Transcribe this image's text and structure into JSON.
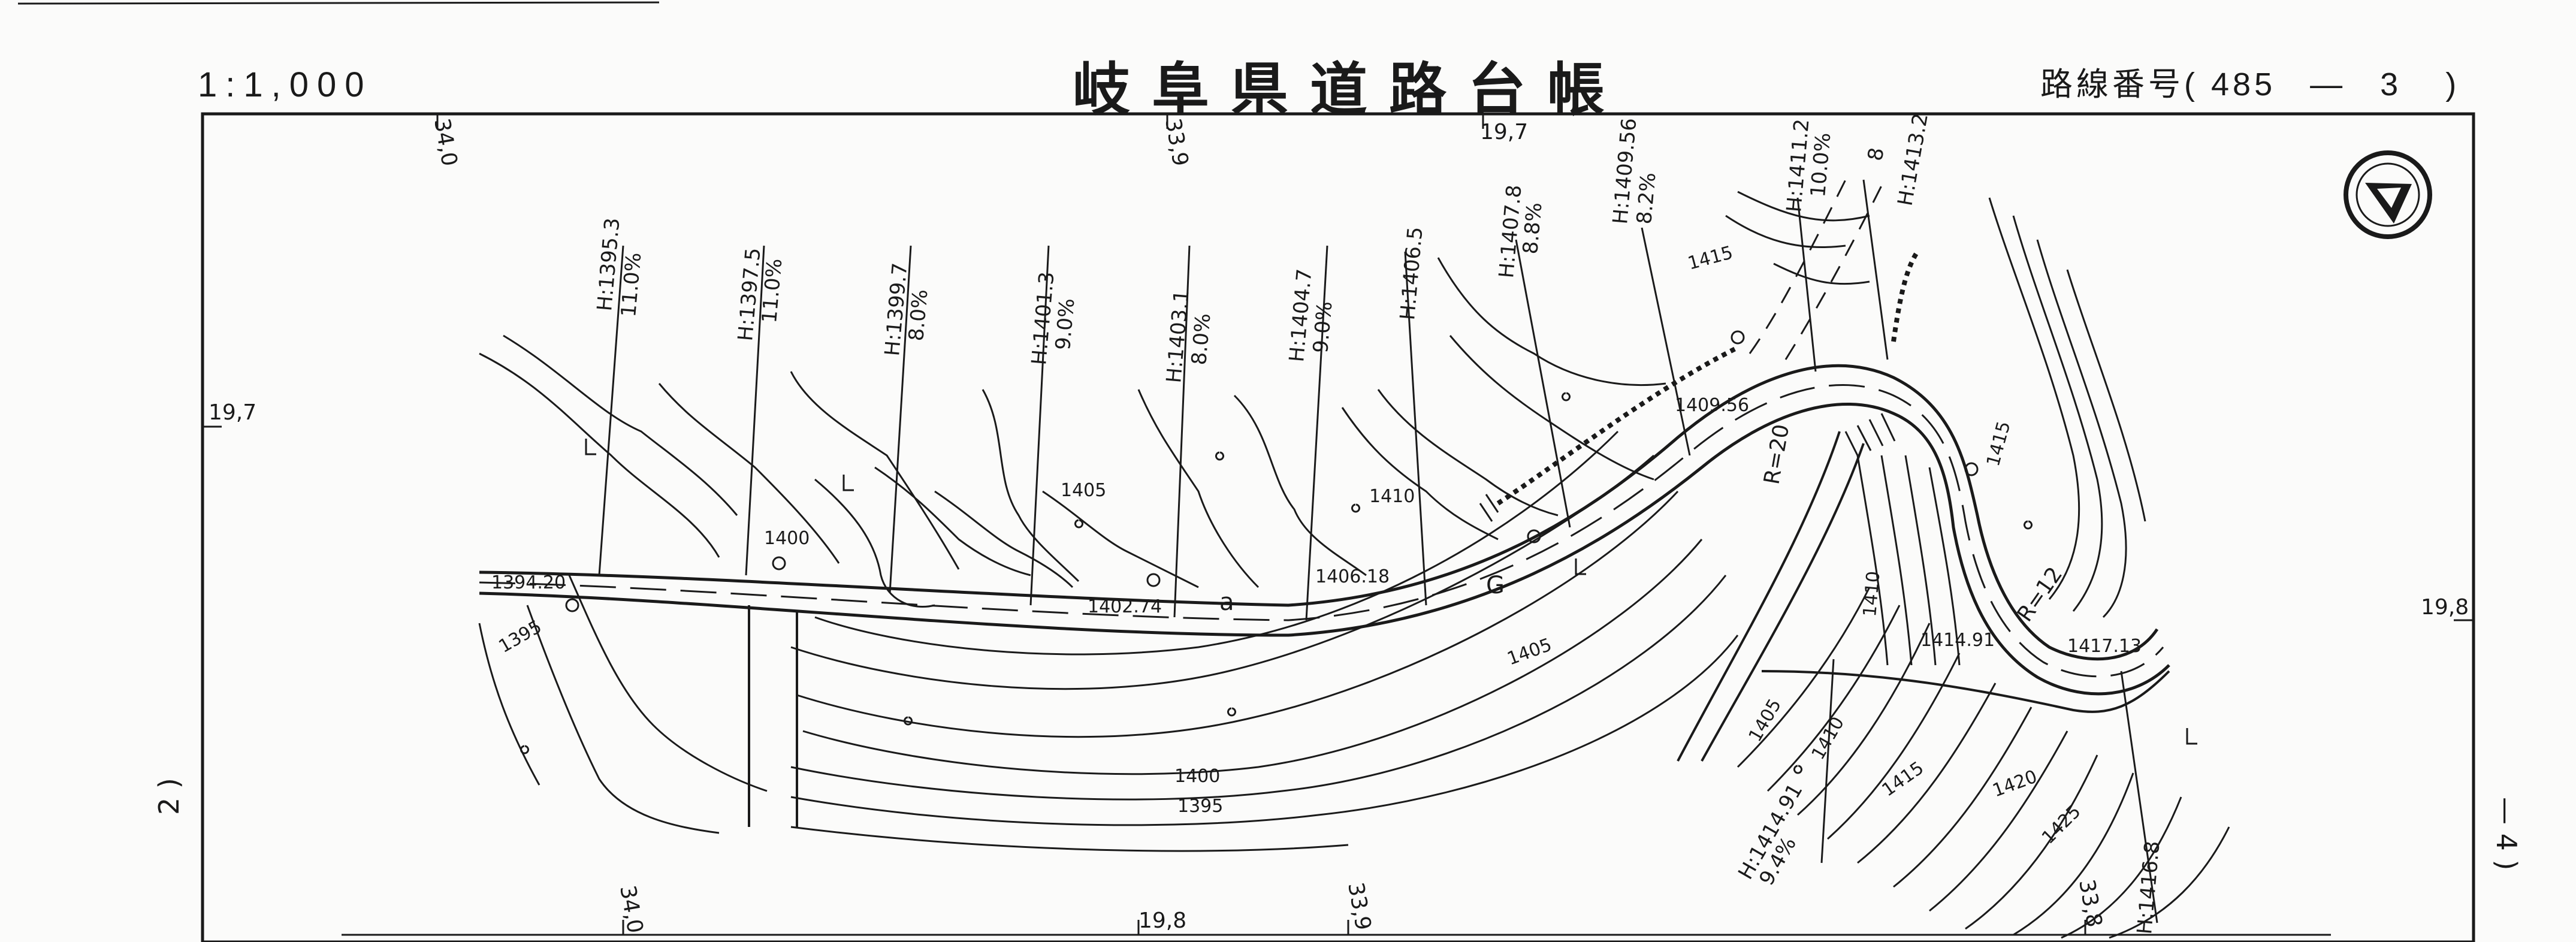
{
  "header": {
    "scale": "1:1,000",
    "title": "岐阜県道路台帳",
    "route_label": "路線番号(",
    "route_main": "485",
    "route_dash": "—",
    "route_sub": "3",
    "route_close": ")"
  },
  "adjacent_sheets": {
    "left": "2 )",
    "right": "— 4 )"
  },
  "grid_labels": [
    "34,0",
    "33,9",
    "19,7",
    "19,7",
    "19,8",
    "34,0",
    "19,8",
    "33,9",
    "33,8"
  ],
  "vertical_profiles": [
    {
      "elevation": "H:1395.3",
      "grade": "11.0%"
    },
    {
      "elevation": "H:1397.5",
      "grade": "11.0%"
    },
    {
      "elevation": "H:1399.7",
      "grade": "8.0%"
    },
    {
      "elevation": "H:1401.3",
      "grade": "9.0%"
    },
    {
      "elevation": "H:1403.1",
      "grade": "8.0%"
    },
    {
      "elevation": "H:1404.7",
      "grade": "9.0%"
    },
    {
      "elevation": "H:1406.5",
      "grade": ""
    },
    {
      "elevation": "H:1407.8",
      "grade": "8.8%"
    },
    {
      "elevation": "H:1409.56",
      "grade": "8.2%"
    },
    {
      "elevation": "H:1411.2",
      "grade": "10.0%"
    },
    {
      "elevation": "H:1413.2",
      "grade": "8"
    },
    {
      "elevation": "H:1414.91",
      "grade": "9.4%"
    },
    {
      "elevation": "H:1416.8",
      "grade": ""
    }
  ],
  "spot_heights": [
    "1394.20",
    "1402.74",
    "1406.18",
    "1409.56",
    "1414.91",
    "1417.13"
  ],
  "contour_labels": [
    "1395",
    "1400",
    "1405",
    "1410",
    "1415",
    "1400",
    "1395",
    "1405",
    "1410",
    "1415",
    "1405",
    "1410",
    "1415",
    "1420",
    "1425"
  ],
  "curve_radii": [
    "R=20",
    "R=12"
  ],
  "map_symbols": [
    "a",
    "G"
  ],
  "colors": {
    "ink": "#1a1a1a",
    "paper": "#fbfbfa"
  },
  "icons": {
    "north_arrow": "north-arrow-icon"
  }
}
